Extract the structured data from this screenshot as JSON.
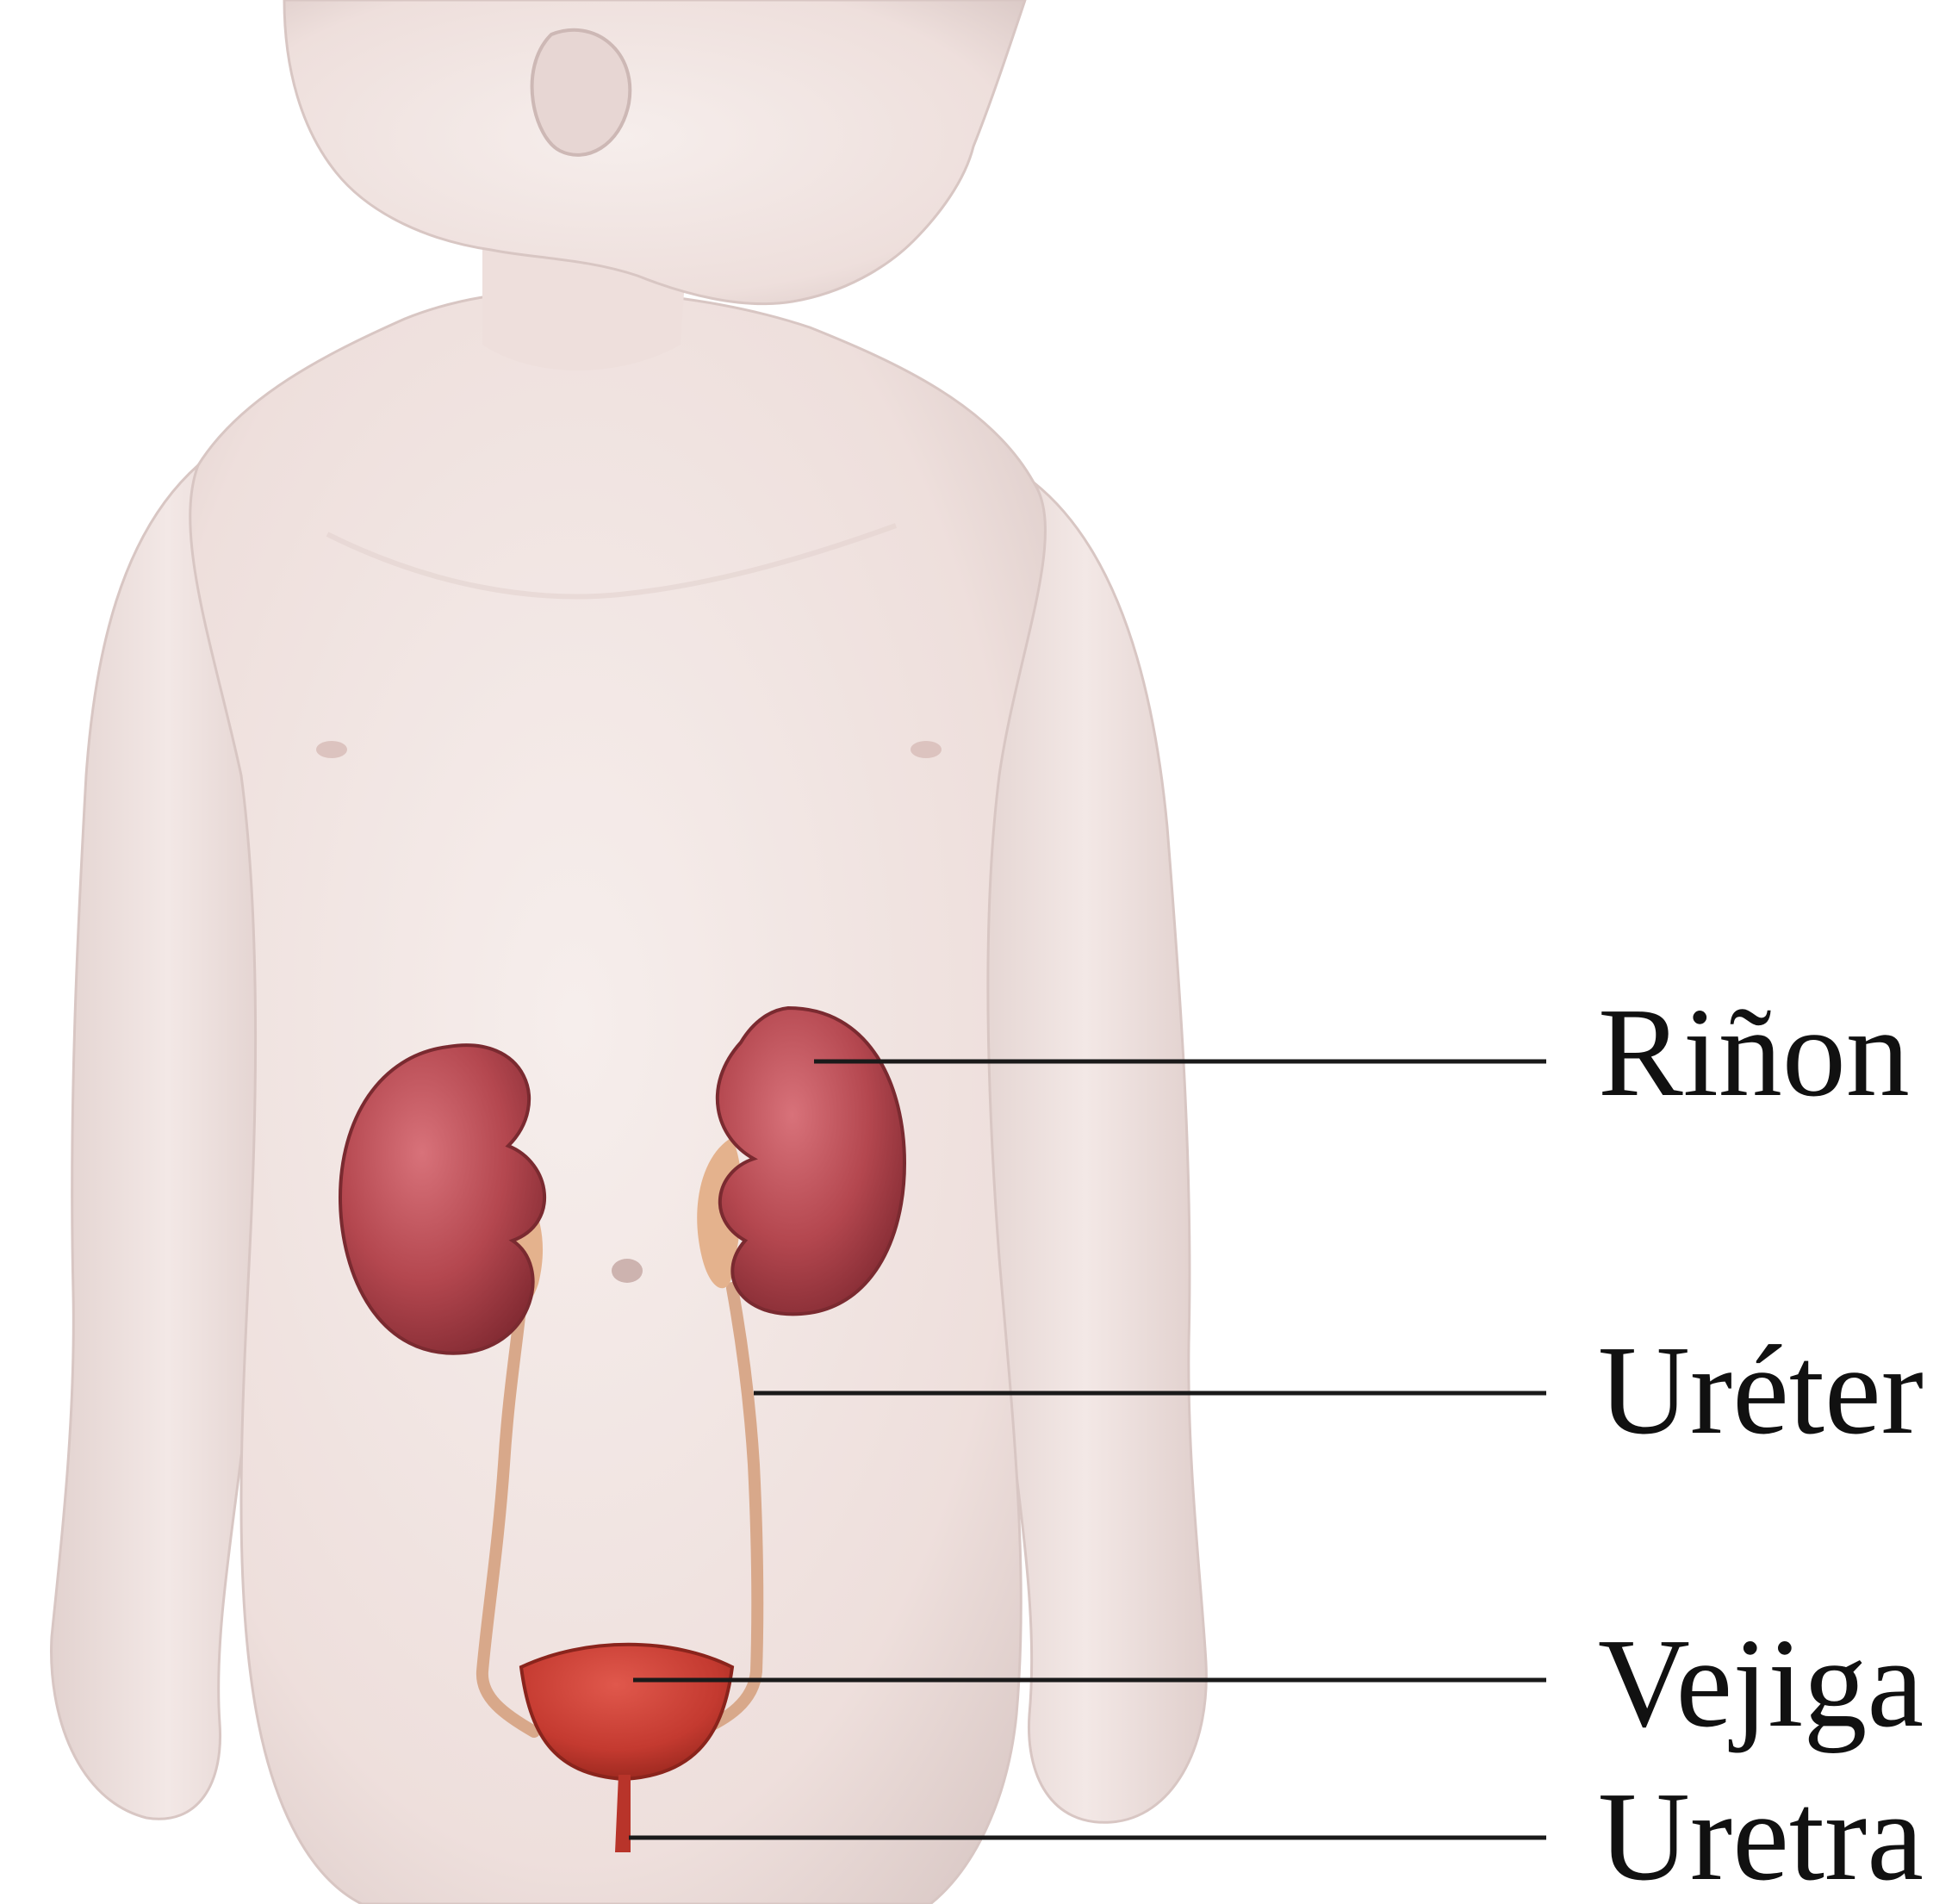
{
  "labels": {
    "kidney": "Riñon",
    "ureter": "Uréter",
    "bladder": "Vejiga",
    "urethra": "Uretra"
  },
  "colors": {
    "skin": "#f1e5e3",
    "skin_shadow": "#dcc7c4",
    "kidney": "#b54a4f",
    "kidney_dark": "#8a2c33",
    "ureter": "#d9a98a",
    "bladder": "#c0392f",
    "leader_line": "#1a1a1a"
  }
}
